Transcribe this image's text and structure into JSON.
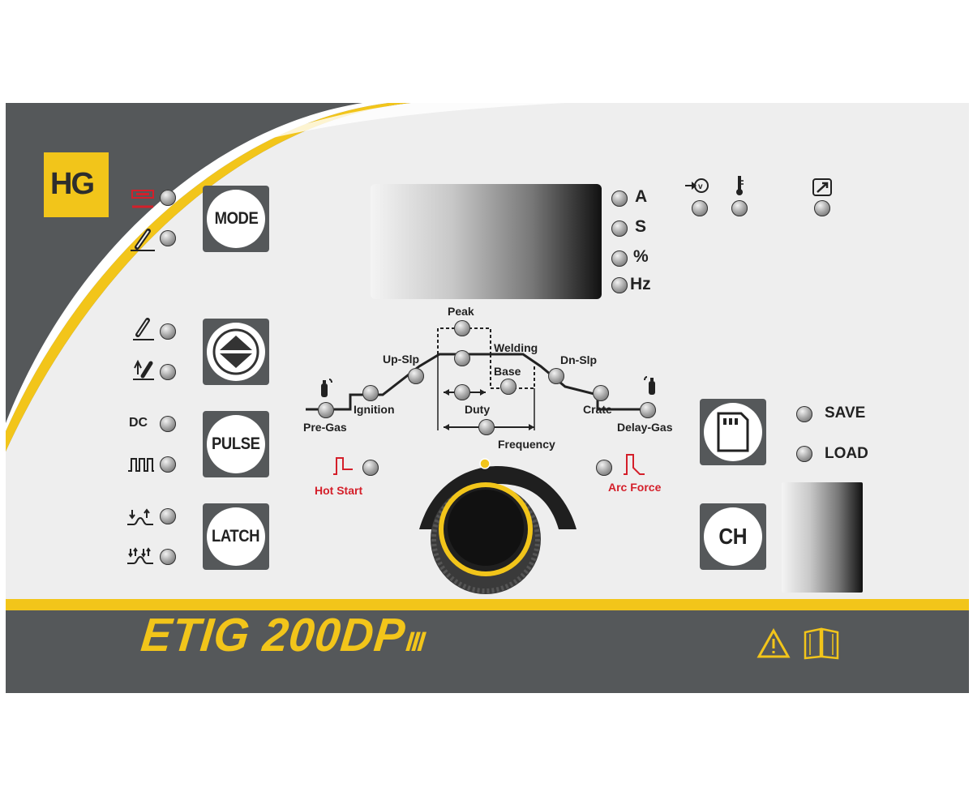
{
  "brand": {
    "logo_text": "HG",
    "model": "ETIG 200DP",
    "model_suffix": "III"
  },
  "colors": {
    "accent_yellow": "#f2c51a",
    "panel_dark": "#55585a",
    "warning_red": "#d41f2a"
  },
  "mode_button": {
    "label": "MODE",
    "options": [
      {
        "icon": "stick-electrode-icon"
      },
      {
        "icon": "tig-torch-icon"
      }
    ]
  },
  "current_button": {
    "icon": "up-down-arrows-icon",
    "options": [
      {
        "icon": "torch-hf-icon"
      },
      {
        "icon": "torch-lift-icon"
      }
    ]
  },
  "pulse_button": {
    "label": "PULSE",
    "options": [
      {
        "label": "DC"
      },
      {
        "icon": "pulse-wave-icon"
      }
    ]
  },
  "latch_button": {
    "label": "LATCH",
    "options": [
      {
        "icon": "two-step-icon"
      },
      {
        "icon": "four-step-icon"
      }
    ]
  },
  "display_units": [
    "A",
    "S",
    "%",
    "Hz"
  ],
  "status_indicators": [
    {
      "icon": "voltage-reduction-icon"
    },
    {
      "icon": "thermometer-icon"
    },
    {
      "icon": "remote-control-icon"
    }
  ],
  "parameters": {
    "peak": "Peak",
    "welding": "Welding",
    "up_slope": "Up-Slp",
    "base": "Base",
    "down_slope": "Dn-Slp",
    "ignition": "Ignition",
    "pre_gas": "Pre-Gas",
    "duty": "Duty",
    "crate": "Crate",
    "delay_gas": "Delay-Gas",
    "frequency": "Frequency",
    "hot_start": "Hot Start",
    "arc_force": "Arc Force"
  },
  "memory": {
    "save_label": "SAVE",
    "load_label": "LOAD",
    "ch_label": "CH",
    "memory_icon": "sd-card-icon"
  },
  "footer_icons": [
    "warning-triangle-icon",
    "manual-book-icon"
  ]
}
